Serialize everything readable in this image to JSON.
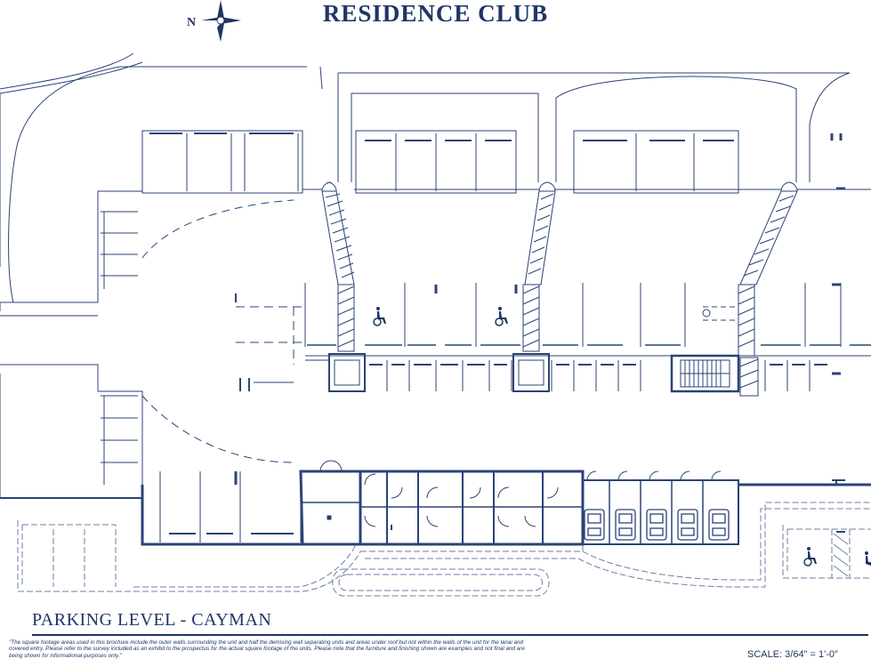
{
  "header": {
    "title": "RESIDENCE CLUB",
    "compass_label": "N"
  },
  "footer": {
    "level_title": "PARKING LEVEL - CAYMAN",
    "disclaimer": "\"The square footage areas used in this brochure include the outer walls surrounding the unit and half the demising wall separating units and areas under roof but not within the walls of the unit for the lanai and covered entry. Please refer to the survey included as an exhibit to the prospectus for the actual square footage of the units.  Please note that the furniture and finishing shown are examples and not final and are being shown for informational purposes only.\"",
    "scale": "SCALE: 3/64\" = 1'-0\""
  },
  "colors": {
    "ink": "#1f3566",
    "paper": "#ffffff",
    "line": "#2b4377"
  },
  "icons": [
    "compass-rose-icon",
    "wheelchair-accessible-icon",
    "stair-icon",
    "vehicle-icon"
  ]
}
